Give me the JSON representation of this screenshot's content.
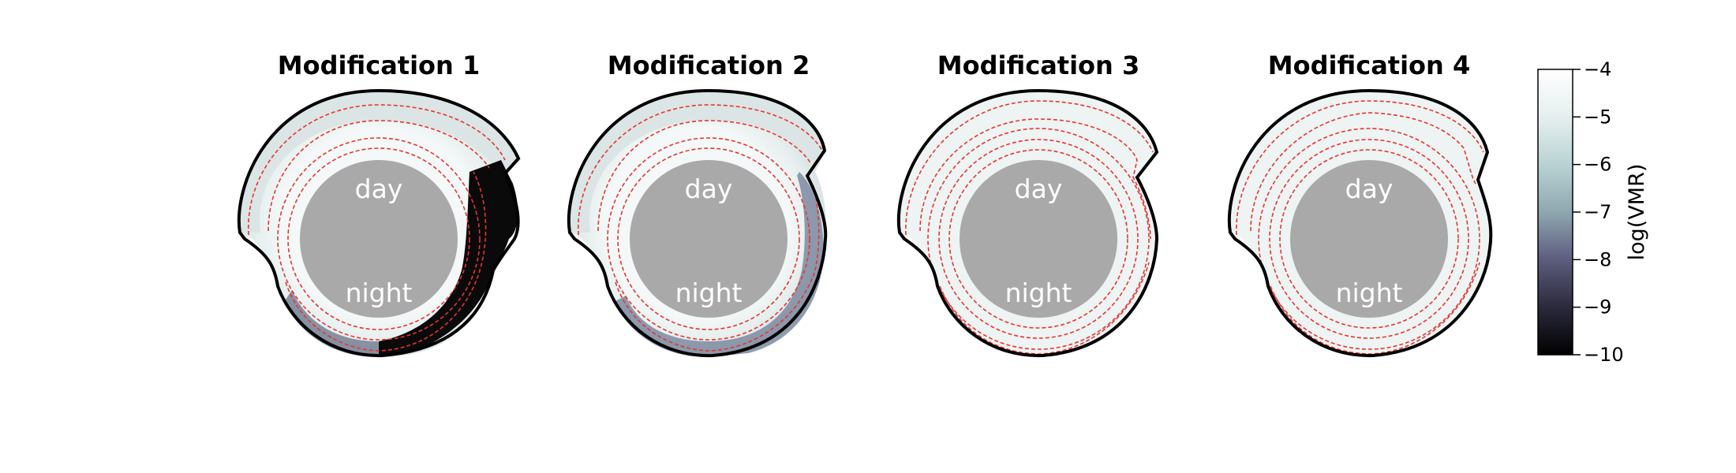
{
  "chart_data": [
    {
      "type": "polar-contour",
      "title": "Modification 1",
      "day_label": "day",
      "night_label": "night",
      "contours_style": "red dashed",
      "shading": "uniform log(VMR) near -4.3 on dayside; nightside/eastern terminator depleted, reaching -10"
    },
    {
      "type": "polar-contour",
      "title": "Modification 2",
      "day_label": "day",
      "night_label": "night",
      "contours_style": "red dashed",
      "shading": "uniform log(VMR) near -4.3; moderate depletion (~-6 to -8) on nightside limb"
    },
    {
      "type": "polar-contour",
      "title": "Modification 3",
      "day_label": "day",
      "night_label": "night",
      "contours_style": "red dashed",
      "shading": "nearly uniform log(VMR) near -4.1"
    },
    {
      "type": "polar-contour",
      "title": "Modification 4",
      "day_label": "day",
      "night_label": "night",
      "contours_style": "red dashed",
      "shading": "nearly uniform log(VMR) near -4.1"
    }
  ],
  "colorbar": {
    "label": "log(VMR)",
    "colormap": "bone",
    "range": [
      -10,
      -4
    ],
    "ticks": [
      "−4",
      "−5",
      "−6",
      "−7",
      "−8",
      "−9",
      "−10"
    ],
    "colors": {
      "top": "#ffffff",
      "upper": "#c9dfdf",
      "mid": "#98b6b9",
      "lower_mid": "#5d5c7e",
      "bottom": "#000000"
    }
  },
  "colors": {
    "planet": "#a9a9a9",
    "atmosphere_day": "#dde6e7",
    "atmosphere_day_light": "#eef3f3",
    "outline": "#000000",
    "contour": "#e8342e",
    "depleted": "#0a0a0b"
  }
}
